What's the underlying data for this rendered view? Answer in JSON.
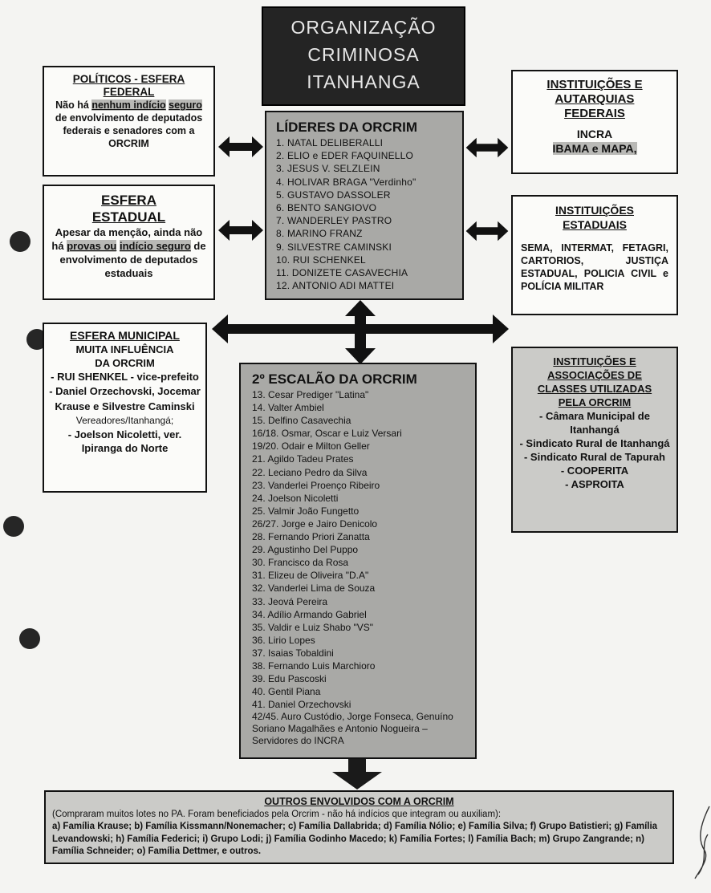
{
  "title": {
    "line1": "ORGANIZAÇÃO",
    "line2": "CRIMINOSA",
    "line3": "ITANHANGA"
  },
  "politicos_federal": {
    "heading1": "POLÍTICOS - ESFERA",
    "heading2": "FEDERAL",
    "text_before": "Não há ",
    "highlight1": "nenhum indício",
    "highlight2": "seguro",
    "text_after": " de envolvimento de deputados federais e senadores com a ORCRIM"
  },
  "esfera_estadual": {
    "heading1": "ESFERA",
    "heading2": "ESTADUAL",
    "text_before": "Apesar da menção, ainda não há ",
    "highlight1": "provas ou",
    "highlight2": "indício seguro",
    "text_after": " de envolvimento de deputados estaduais"
  },
  "esfera_municipal": {
    "heading": "ESFERA MUNICIPAL",
    "line1": "MUITA INFLUÊNCIA",
    "line2": "DA ORCRIM",
    "item1": "- RUI SHENKEL - vice-prefeito",
    "item2": "- Daniel Orzechovski, Jocemar Krause e Silvestre Caminski",
    "item2_note": "Vereadores/Itanhangá;",
    "item3": "- Joelson Nicoletti, ver. Ipiranga do Norte"
  },
  "lideres": {
    "heading": "LÍDERES DA ORCRIM",
    "items": [
      "1. NATAL DELIBERALLI",
      "2. ELIO e EDER FAQUINELLO",
      "3. JESUS V. SELZLEIN",
      "4. HOLIVAR BRAGA \"Verdinho\"",
      "5. GUSTAVO DASSOLER",
      "6. BENTO SANGIOVO",
      "7. WANDERLEY PASTRO",
      "8. MARINO FRANZ",
      "9. SILVESTRE CAMINSKI",
      "10. RUI SCHENKEL",
      "11. DONIZETE CASAVECHIA",
      "12. ANTONIO ADI MATTEI"
    ]
  },
  "inst_federais": {
    "heading1": "INSTITUIÇÕES E",
    "heading2": "AUTARQUIAS",
    "heading3": "FEDERAIS",
    "line1": "INCRA",
    "line2": "IBAMA e MAPA,"
  },
  "inst_estaduais": {
    "heading1": "INSTITUIÇÕES",
    "heading2": "ESTADUAIS",
    "text": "SEMA, INTERMAT, FETAGRI, CARTORIOS, JUSTIÇA ESTADUAL, POLICIA CIVIL e POLÍCIA MILITAR"
  },
  "inst_classes": {
    "heading1": "INSTITUIÇÕES E",
    "heading2": "ASSOCIAÇÕES DE",
    "heading3": "CLASSES UTILIZADAS",
    "heading4": "PELA ORCRIM",
    "items": [
      "- Câmara Municipal de Itanhangá",
      "- Sindicato Rural de Itanhangá",
      "- Sindicato Rural de Tapurah",
      "- COOPERITA",
      "- ASPROITA"
    ]
  },
  "segundo_escalao": {
    "heading": "2º ESCALÃO DA ORCRIM",
    "items": [
      "13. Cesar Prediger \"Latina\"",
      "14. Valter Ambiel",
      "15. Delfino Casavechia",
      "16/18. Osmar, Oscar e Luiz Versari",
      "19/20. Odair e Milton Geller",
      "21. Agildo Tadeu Prates",
      "22. Leciano Pedro da Silva",
      "23. Vanderlei Proenço Ribeiro",
      "24. Joelson Nicoletti",
      "25. Valmir João Fungetto",
      "26/27. Jorge e Jairo Denicolo",
      "28. Fernando Priori Zanatta",
      "29. Agustinho Del Puppo",
      "30. Francisco da Rosa",
      "31. Elizeu de Oliveira \"D.A\"",
      "32. Vanderlei Lima de Souza",
      "33. Jeová Pereira",
      "34. Adílio Armando Gabriel",
      "35. Valdir e Luiz Shabo \"VS\"",
      "36. Lirio Lopes",
      "37. Isaias Tobaldini",
      "38. Fernando Luis Marchioro",
      "39. Edu Pascoski",
      "40. Gentil Piana",
      "41. Daniel Orzechovski"
    ],
    "last_item": "42/45. Auro Custódio, Jorge Fonseca, Genuíno Soriano Magalhães e Antonio Nogueira – Servidores do INCRA"
  },
  "outros": {
    "heading": "OUTROS ENVOLVIDOS COM A ORCRIM",
    "subtitle": "(Compraram muitos lotes no PA. Foram beneficiados pela Orcrim - não há indícios que integram ou auxiliam):",
    "text": "a) Família Krause; b) Família Kissmann/Nonemacher; c) Família Dallabrida; d) Família Nólio; e) Família Silva; f) Grupo Batistieri; g) Família Levandowski; h) Família Federici; i) Grupo Lodi; j) Família Godinho Macedo; k) Família Fortes; l) Família Bach; m) Grupo Zangrande; n) Família Schneider; o) Família Dettmer, e outros."
  },
  "colors": {
    "title_bg": "#242424",
    "gray_box": "#a9a9a6",
    "light_gray_box": "#cbcbc8",
    "highlight": "#b9b9b6"
  }
}
